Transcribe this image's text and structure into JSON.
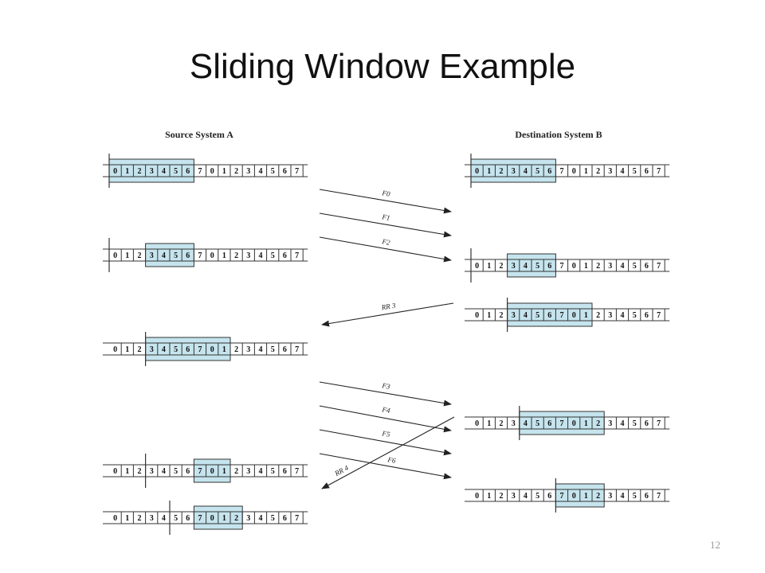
{
  "slide": {
    "title": "Sliding Window Example",
    "page_number": "12"
  },
  "colors": {
    "window_fill": "#c5e4ee",
    "line": "#333333",
    "arrow": "#222222"
  },
  "diagram": {
    "source_heading": "Source System A",
    "destination_heading": "Destination System B",
    "cells": [
      "0",
      "1",
      "2",
      "3",
      "4",
      "5",
      "6",
      "7",
      "0",
      "1",
      "2",
      "3",
      "4",
      "5",
      "6",
      "7"
    ],
    "source_strips": [
      {
        "window_start": 0,
        "window_end": 6,
        "marker_after": 0
      },
      {
        "window_start": 3,
        "window_end": 6,
        "marker_after": 0
      },
      {
        "window_start": 3,
        "window_end": 9,
        "marker_after": 3
      },
      {
        "window_start": 7,
        "window_end": 9,
        "marker_after": 3
      },
      {
        "window_start": 7,
        "window_end": 10,
        "marker_after": 5
      }
    ],
    "destination_strips": [
      {
        "window_start": 0,
        "window_end": 6,
        "marker_after": 0
      },
      {
        "window_start": 3,
        "window_end": 6,
        "marker_after": 0
      },
      {
        "window_start": 3,
        "window_end": 9,
        "marker_after": 3
      },
      {
        "window_start": 4,
        "window_end": 10,
        "marker_after": 4
      },
      {
        "window_start": 7,
        "window_end": 10,
        "marker_after": 7
      }
    ],
    "frames": [
      {
        "label": "F0",
        "direction": "A-to-B"
      },
      {
        "label": "F1",
        "direction": "A-to-B"
      },
      {
        "label": "F2",
        "direction": "A-to-B"
      },
      {
        "label": "RR 3",
        "direction": "B-to-A"
      },
      {
        "label": "F3",
        "direction": "A-to-B"
      },
      {
        "label": "F4",
        "direction": "A-to-B"
      },
      {
        "label": "F5",
        "direction": "A-to-B"
      },
      {
        "label": "F6",
        "direction": "A-to-B"
      },
      {
        "label": "RR 4",
        "direction": "B-to-A"
      }
    ]
  }
}
